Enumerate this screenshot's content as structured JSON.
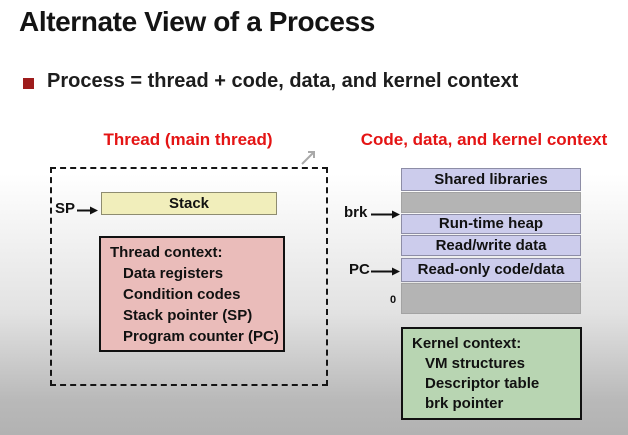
{
  "slide": {
    "title": "Alternate View of a Process",
    "bullet_text": "Process = thread + code, data, and kernel context"
  },
  "thread_panel": {
    "heading": "Thread (main thread)",
    "sp_label": "SP",
    "stack_label": "Stack",
    "context": {
      "title": "Thread context:",
      "items": [
        "Data registers",
        "Condition codes",
        "Stack pointer (SP)",
        "Program counter (PC)"
      ]
    }
  },
  "memory_panel": {
    "heading": "Code, data, and kernel context",
    "brk_label": "brk",
    "pc_label": "PC",
    "zero_label": "0",
    "segments": [
      {
        "label": "Shared libraries",
        "fill": "lavender"
      },
      {
        "label": "",
        "fill": "gray"
      },
      {
        "label": "Run-time heap",
        "fill": "lavender"
      },
      {
        "label": "Read/write data",
        "fill": "lavender"
      },
      {
        "label": "Read-only code/data",
        "fill": "lavender"
      },
      {
        "label": "",
        "fill": "gray"
      }
    ],
    "kernel": {
      "title": "Kernel context:",
      "items": [
        "VM structures",
        "Descriptor table",
        "brk pointer"
      ]
    }
  },
  "colors": {
    "heading_red": "#e41414",
    "bullet_marker_red": "#9e1c1c",
    "stack_yellow": "#f1eebb",
    "thread_context_pink": "#eabcba",
    "segment_lavender": "#ccccec",
    "segment_gray": "#b4b4b4",
    "kernel_green": "#b8d5b2"
  }
}
